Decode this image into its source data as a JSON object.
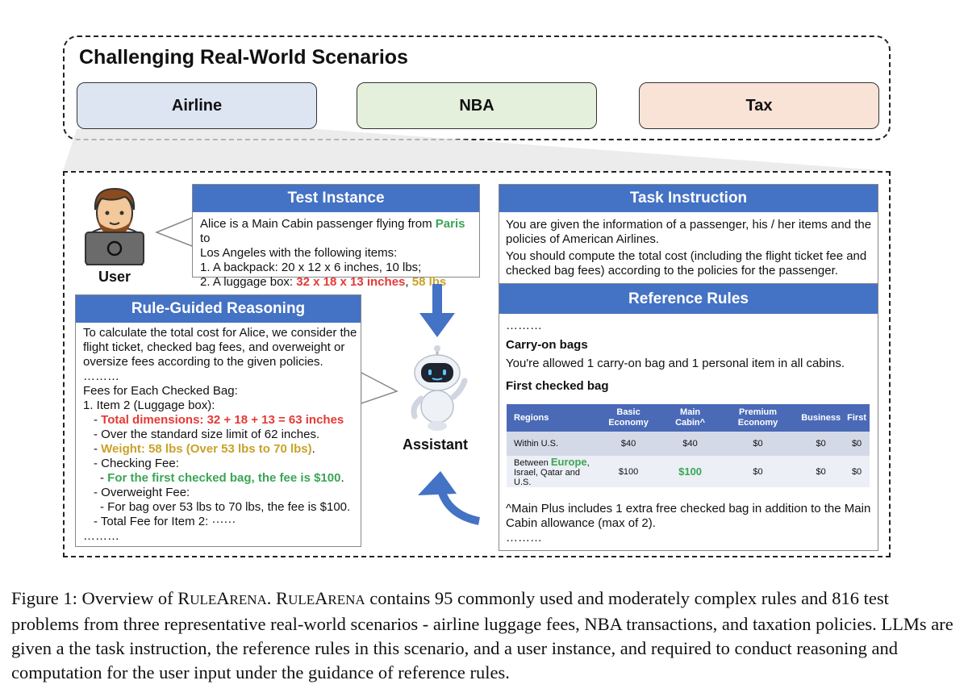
{
  "top": {
    "title": "Challenging Real-World Scenarios",
    "scenarios": [
      "Airline",
      "NBA",
      "Tax"
    ]
  },
  "user_label": "User",
  "assistant_label": "Assistant",
  "test_instance": {
    "title": "Test Instance",
    "line1_a": "Alice is a Main Cabin passenger flying from ",
    "line1_city": "Paris",
    "line1_b": " to",
    "line2": "Los Angeles with the following items:",
    "line3": "1. A backpack: 20 x 12 x 6 inches, 10 lbs;",
    "line4_a": "2. A luggage box: ",
    "line4_dims": "32 x 18 x 13 inches",
    "line4_sep": ", ",
    "line4_weight": "58 lbs"
  },
  "reasoning": {
    "title": "Rule-Guided Reasoning",
    "l1": "To calculate the total cost for Alice, we consider the",
    "l2": "flight ticket, checked bag fees, and overweight or",
    "l3": "oversize fees according to the given policies.",
    "l4": "………",
    "l5": "Fees for Each Checked Bag:",
    "l6": "1. Item 2 (Luggage box):",
    "l7_dash": "- ",
    "l7": "Total dimensions: 32 + 18 + 13 = 63 inches",
    "l8": "- Over the standard size limit of 62 inches.",
    "l9_dash": "- ",
    "l9": "Weight: 58 lbs (Over 53 lbs to 70 lbs)",
    "l9_end": ".",
    "l10": "- Checking Fee:",
    "l11_dash": "- ",
    "l11": "For the first checked bag, the fee is $100",
    "l11_end": ".",
    "l12": "- Overweight Fee:",
    "l13": "- For bag over 53 lbs to 70 lbs, the fee is $100.",
    "l14": "- Total Fee for Item 2: ······",
    "l15": "………"
  },
  "task": {
    "title": "Task Instruction",
    "p1": "You are given the information of a passenger, his / her items and the policies of American Airlines.",
    "p2": "You should compute the total cost (including the flight ticket fee and checked bag fees) according to the policies for the passenger."
  },
  "reference": {
    "title": "Reference Rules",
    "dots_top": "………",
    "carry_title": "Carry-on bags",
    "carry_text": "You're allowed 1 carry-on bag and 1 personal item in all cabins.",
    "first_title": "First checked bag",
    "note": "^Main Plus includes 1 extra free checked bag in addition to the Main Cabin allowance (max of 2).",
    "dots_bottom": "………"
  },
  "fee_table": {
    "headers": [
      "Regions",
      "Basic Economy",
      "Main Cabin^",
      "Premium Economy",
      "Business",
      "First"
    ],
    "row1": [
      "Within U.S.",
      "$40",
      "$40",
      "$0",
      "$0",
      "$0"
    ],
    "row2_region_a": "Between ",
    "row2_region_city": "Europe",
    "row2_region_b": ",",
    "row2_region_c": "Israel, Qatar and U.S.",
    "row2": [
      "$100",
      "$100",
      "$0",
      "$0",
      "$0"
    ]
  },
  "caption": {
    "a": "Figure 1: Overview of R",
    "b": "ULE",
    "c": "A",
    "d": "RENA",
    "e": ". R",
    "f": "ULE",
    "g": "A",
    "h": "RENA",
    "i": " contains 95 commonly used and moderately complex rules and 816 test problems from three representative real-world scenarios - airline luggage fees, NBA transactions, and taxation policies. LLMs are given a the task instruction, the reference rules in this scenario, and a user instance, and required to conduct reasoning and computation for the user input under the guidance of reference rules."
  },
  "colors": {
    "header_blue": "#4472c4",
    "airline": "#dde4f2",
    "nba": "#e4efdc",
    "tax": "#f9e2d6",
    "highlight_red": "#e53935",
    "highlight_orange": "#c9a227",
    "highlight_green": "#3aa655"
  },
  "icons": [
    "user-with-laptop-icon",
    "robot-assistant-icon",
    "down-arrow-icon",
    "curved-up-arrow-icon"
  ]
}
